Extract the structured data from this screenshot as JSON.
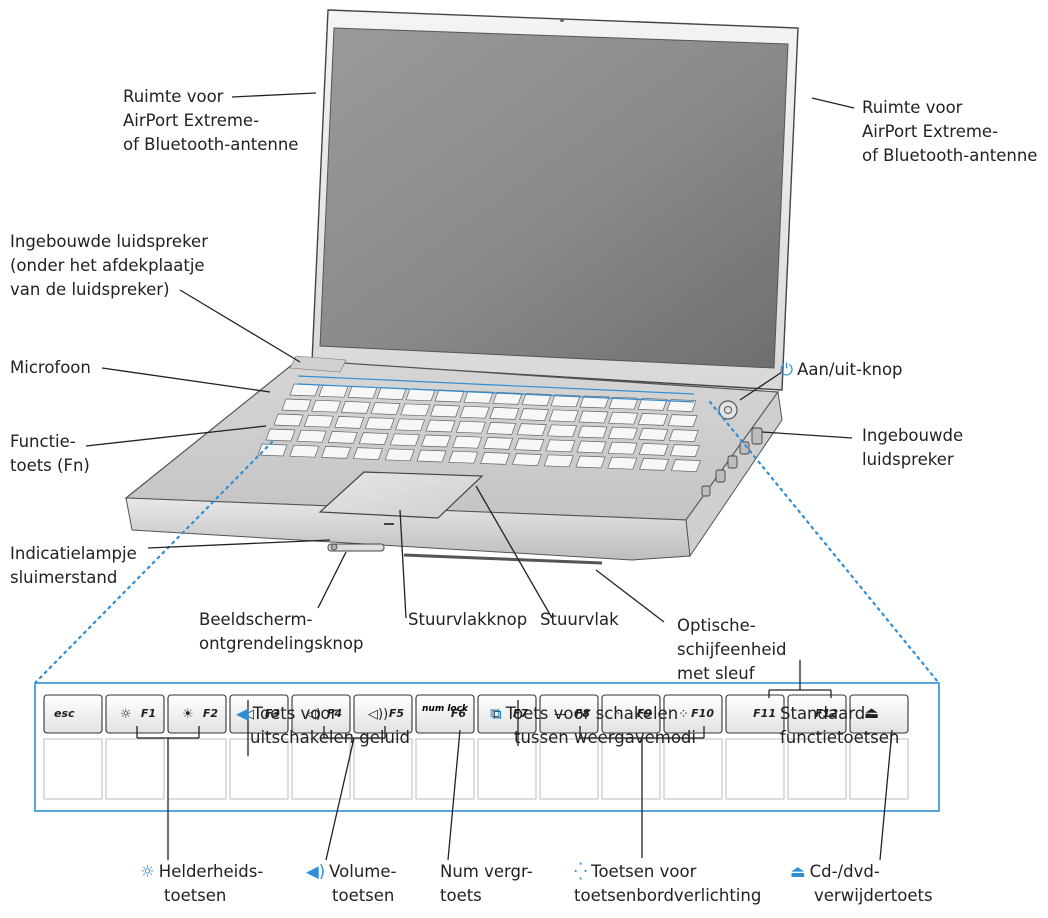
{
  "labels": {
    "antenna_left": [
      "Ruimte voor",
      "AirPort Extreme-",
      "of Bluetooth-antenne"
    ],
    "antenna_right": [
      "Ruimte voor",
      "AirPort Extreme-",
      "of Bluetooth-antenne"
    ],
    "speaker_left": [
      "Ingebouwde luidspreker",
      "(onder het afdekplaatje",
      "van de luidspreker)"
    ],
    "microphone": [
      "Microfoon"
    ],
    "fn_key": [
      "Functie-",
      "toets (Fn)"
    ],
    "sleep_indicator": [
      "Indicatielampje",
      "sluimerstand"
    ],
    "display_release": [
      "Beeldscherm-",
      "ontgrendelingsknop"
    ],
    "trackpad_button": [
      "Stuurvlakknop"
    ],
    "trackpad": [
      "Stuurvlak"
    ],
    "optical_drive": [
      "Optische-",
      "schijfeenheid",
      "met sleuf"
    ],
    "power": [
      "Aan/uit-knop"
    ],
    "speaker_right": [
      "Ingebouwde",
      "luidspreker"
    ],
    "mute_key": [
      "Toets voor",
      "uitschakelen geluid"
    ],
    "display_mode_key": [
      "Toets voor schakelen",
      "tussen weergavemodi"
    ],
    "standard_fkeys": [
      "Standaard-",
      "functietoetsen"
    ],
    "brightness_keys": [
      "Helderheids-",
      "toetsen"
    ],
    "volume_keys": [
      "Volume-",
      "toetsen"
    ],
    "numlock_key": [
      "Num vergr-",
      "toets"
    ],
    "kbd_light_keys": [
      "Toetsen voor",
      "toetsenbordverlichting"
    ],
    "eject_key": [
      "Cd-/dvd-",
      "verwijdertoets"
    ]
  },
  "keys": [
    {
      "id": "esc",
      "text": "esc",
      "icon": ""
    },
    {
      "id": "f1",
      "text": "F1",
      "icon": "brightness-down-icon"
    },
    {
      "id": "f2",
      "text": "F2",
      "icon": "brightness-up-icon"
    },
    {
      "id": "f3",
      "text": "F3",
      "icon": "mute-icon"
    },
    {
      "id": "f4",
      "text": "F4",
      "icon": "volume-down-icon"
    },
    {
      "id": "f5",
      "text": "F5",
      "icon": "volume-up-icon"
    },
    {
      "id": "f6",
      "text": "F6",
      "icon": "num-lock-icon",
      "extra": "num lock"
    },
    {
      "id": "f7",
      "text": "F7",
      "icon": "display-mode-icon"
    },
    {
      "id": "f8",
      "text": "F8",
      "icon": "kbd-light-toggle-icon"
    },
    {
      "id": "f9",
      "text": "F9",
      "icon": "kbd-light-down-icon"
    },
    {
      "id": "f10",
      "text": "F10",
      "icon": "kbd-light-up-icon"
    },
    {
      "id": "f11",
      "text": "F11",
      "icon": ""
    },
    {
      "id": "f12",
      "text": "F12",
      "icon": ""
    },
    {
      "id": "eject",
      "text": "",
      "icon": "eject-icon"
    }
  ],
  "icons": {
    "power": "power-icon",
    "mute": "speaker-icon",
    "display_mode": "display-mode-icon",
    "brightness": "sun-icon",
    "volume": "volume-icon",
    "kbd_light": "keyboard-light-icon",
    "eject": "eject-icon"
  },
  "colors": {
    "accent": "#2e8fd6",
    "leader": "#222222",
    "dotted": "#2e8fd6"
  }
}
